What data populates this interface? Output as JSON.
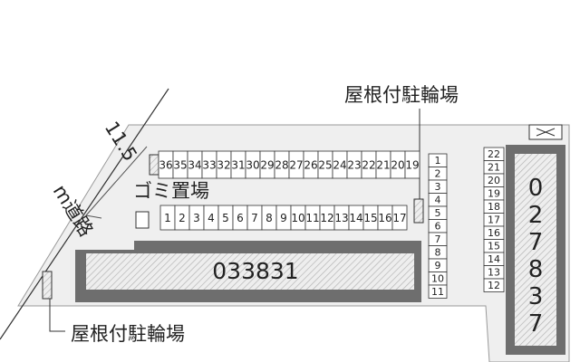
{
  "road": {
    "width": "11.5",
    "name": "m道路"
  },
  "labels": {
    "covered_bike_parking_top": "屋根付駐輪場",
    "covered_bike_parking_bottom": "屋根付駐輪場",
    "garbage": "ゴミ置場"
  },
  "buildings": {
    "building_a": "033831",
    "building_b": "027837"
  },
  "parking": {
    "top_row": [
      "36",
      "35",
      "34",
      "33",
      "32",
      "31",
      "30",
      "29",
      "28",
      "27",
      "26",
      "25",
      "24",
      "23",
      "22",
      "21",
      "20",
      "19"
    ],
    "middle_row": [
      "1",
      "2",
      "3",
      "4",
      "5",
      "6",
      "7",
      "8",
      "9",
      "10",
      "11",
      "12",
      "13",
      "14",
      "15",
      "16",
      "17"
    ],
    "right_column": [
      "1",
      "2",
      "3",
      "4",
      "5",
      "6",
      "7",
      "8",
      "9",
      "10",
      "11"
    ],
    "far_right_column": [
      "22",
      "21",
      "20",
      "19",
      "18",
      "17",
      "16",
      "15",
      "14",
      "13",
      "12"
    ]
  },
  "colors": {
    "building_fill": "#6e6e6e",
    "hatch": "#d9d9d9",
    "site": "#efefef"
  }
}
